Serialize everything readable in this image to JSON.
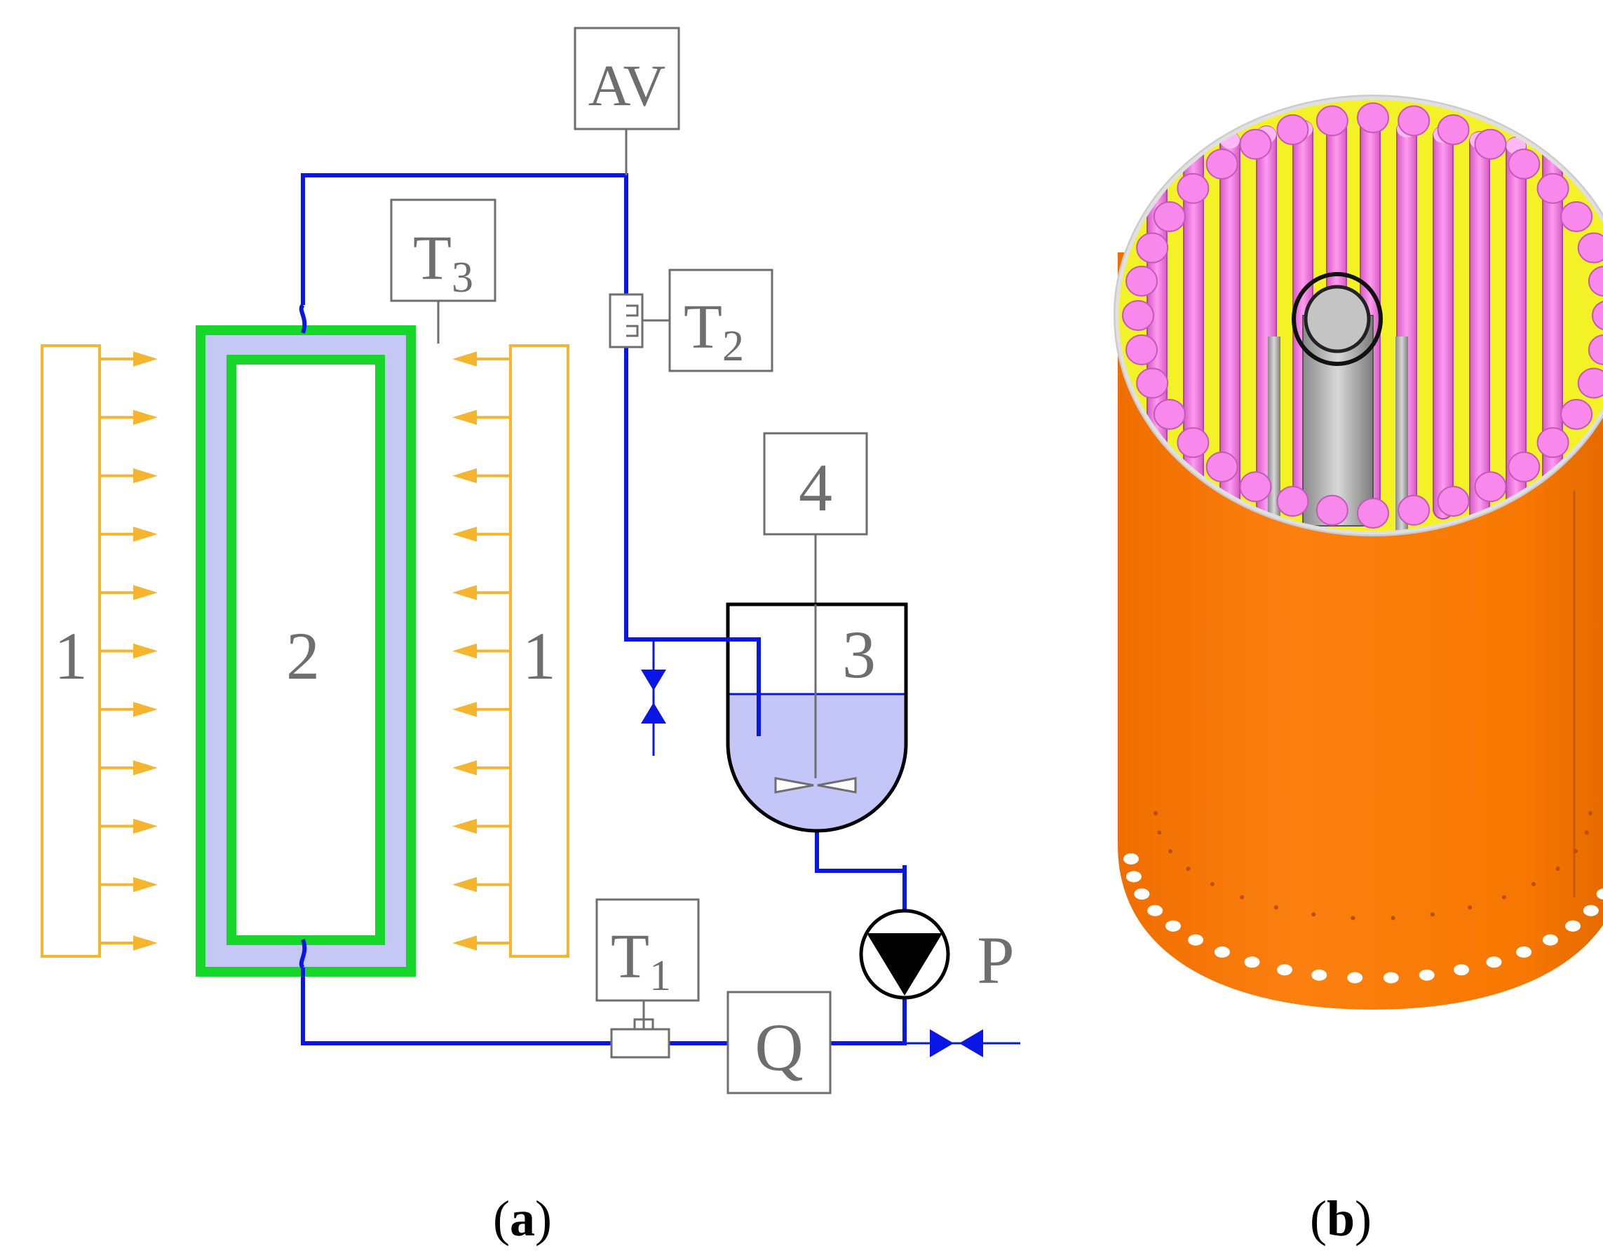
{
  "panel_a": {
    "heater_left_label": "1",
    "heater_right_label": "1",
    "absorber_label": "2",
    "tank_label": "3",
    "stirrer_label": "4",
    "air_vent_label": "AV",
    "sensor_t1": {
      "main": "T",
      "sub": "1"
    },
    "sensor_t2": {
      "main": "T",
      "sub": "2"
    },
    "sensor_t3": {
      "main": "T",
      "sub": "3"
    },
    "flow_meter_label": "Q",
    "pump_label": "P",
    "caption": {
      "open": "(",
      "letter": "a",
      "close": ")"
    }
  },
  "panel_b": {
    "caption": {
      "open": "(",
      "letter": "b",
      "close": ")"
    }
  },
  "colors": {
    "pipe": "#0a16e6",
    "heater": "#f5b52e",
    "absorber_wall": "#17d62a",
    "absorber_fill": "#c5c8f4",
    "tank_fluid": "#c3c6f7",
    "label_gray": "#6e6e6e",
    "cylinder_body": "#fb7b06",
    "tubes": "#f07ae0",
    "inner_fill": "#f2f226"
  }
}
